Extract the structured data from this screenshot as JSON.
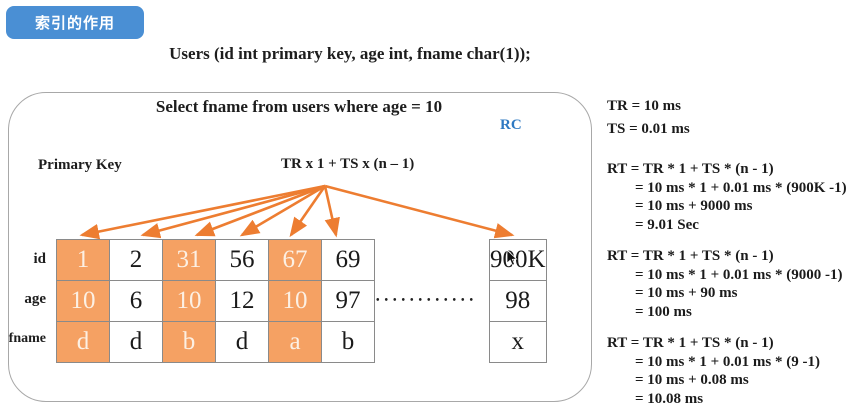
{
  "badge": {
    "label": "索引的作用"
  },
  "title": "Users  (id int primary key, age int, fname char(1));",
  "diagram": {
    "query": "Select fname from users where age = 10",
    "rc_label": "RC",
    "primary_key_label": "Primary Key",
    "formula": "TR x 1 + TS x (n – 1)",
    "dots": "••••••••••••",
    "table": {
      "row_labels": [
        "id",
        "age",
        "fname"
      ],
      "columns": [
        {
          "id": "1",
          "age": "10",
          "fname": "d",
          "highlight": true
        },
        {
          "id": "2",
          "age": "6",
          "fname": "d",
          "highlight": false
        },
        {
          "id": "31",
          "age": "10",
          "fname": "b",
          "highlight": true
        },
        {
          "id": "56",
          "age": "12",
          "fname": "d",
          "highlight": false
        },
        {
          "id": "67",
          "age": "10",
          "fname": "a",
          "highlight": true
        },
        {
          "id": "69",
          "age": "97",
          "fname": "b",
          "highlight": false
        }
      ],
      "last_column": {
        "id": "900K",
        "age": "98",
        "fname": "x",
        "highlight": false
      }
    }
  },
  "panel": {
    "constants": [
      "TR = 10 ms",
      "TS = 0.01 ms"
    ],
    "calculations": [
      {
        "lines": [
          "RT = TR * 1 + TS * (n - 1)",
          "= 10 ms * 1 + 0.01 ms * (900K -1)",
          "= 10 ms + 9000 ms",
          "= 9.01 Sec"
        ]
      },
      {
        "lines": [
          "RT = TR * 1 + TS * (n - 1)",
          "= 10 ms * 1 + 0.01 ms * (9000 -1)",
          "= 10 ms + 90 ms",
          "= 100 ms"
        ]
      },
      {
        "lines": [
          "RT = TR * 1 + TS * (n - 1)",
          "= 10 ms * 1 + 0.01 ms * (9 -1)",
          "= 10 ms + 0.08 ms",
          "= 10.08 ms"
        ]
      }
    ]
  },
  "colors": {
    "badge_blue": "#4a8fd4",
    "rc_blue": "#2e79c2",
    "arrow_orange": "#ed7d31",
    "highlight_orange": "#f5a163"
  }
}
